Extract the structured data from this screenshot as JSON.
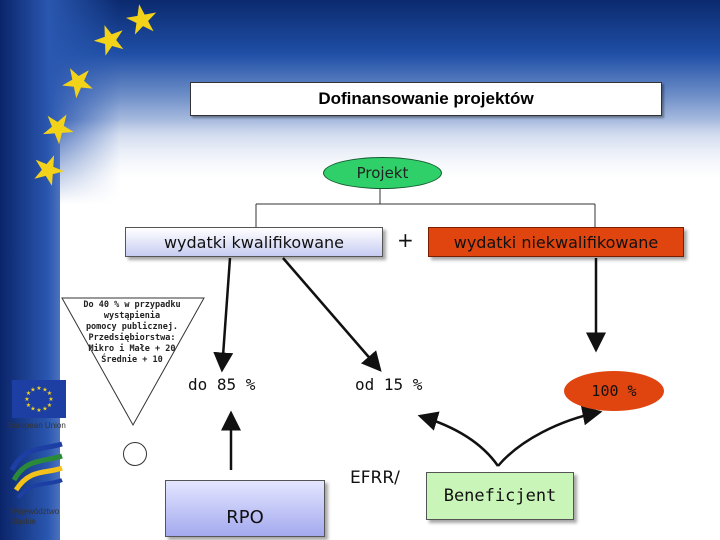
{
  "title": "Dofinansowanie projektów",
  "root": "Projekt",
  "kwalifikowane": "wydatki kwalifikowane",
  "plus": "+",
  "niekwalifikowane": "wydatki niekwalifikowane",
  "triangle_lines": [
    "Do 40 % w przypadku",
    "wystąpienia",
    "pomocy publicznej.",
    "Przedsiębiorstwa:",
    "Mikro i Małe + 20",
    "Średnie  + 10"
  ],
  "pct_85": "do 85 %",
  "pct_15": "od 15 %",
  "pct_100": "100 %",
  "rpo": "RPO",
  "efrr": "EFRR/",
  "beneficjent": "Beneficjent",
  "logos": {
    "eu_label": "European Union",
    "woj_line1": "Województwo",
    "woj_line2": "Śląskie"
  },
  "colors": {
    "green": "#2fd06a",
    "orange_red": "#e0440f",
    "lavender": "#a3a9ee",
    "light_green": "#c9f5b8",
    "eu_blue": "#1d3fa3",
    "star_yellow": "#f3d21a"
  }
}
